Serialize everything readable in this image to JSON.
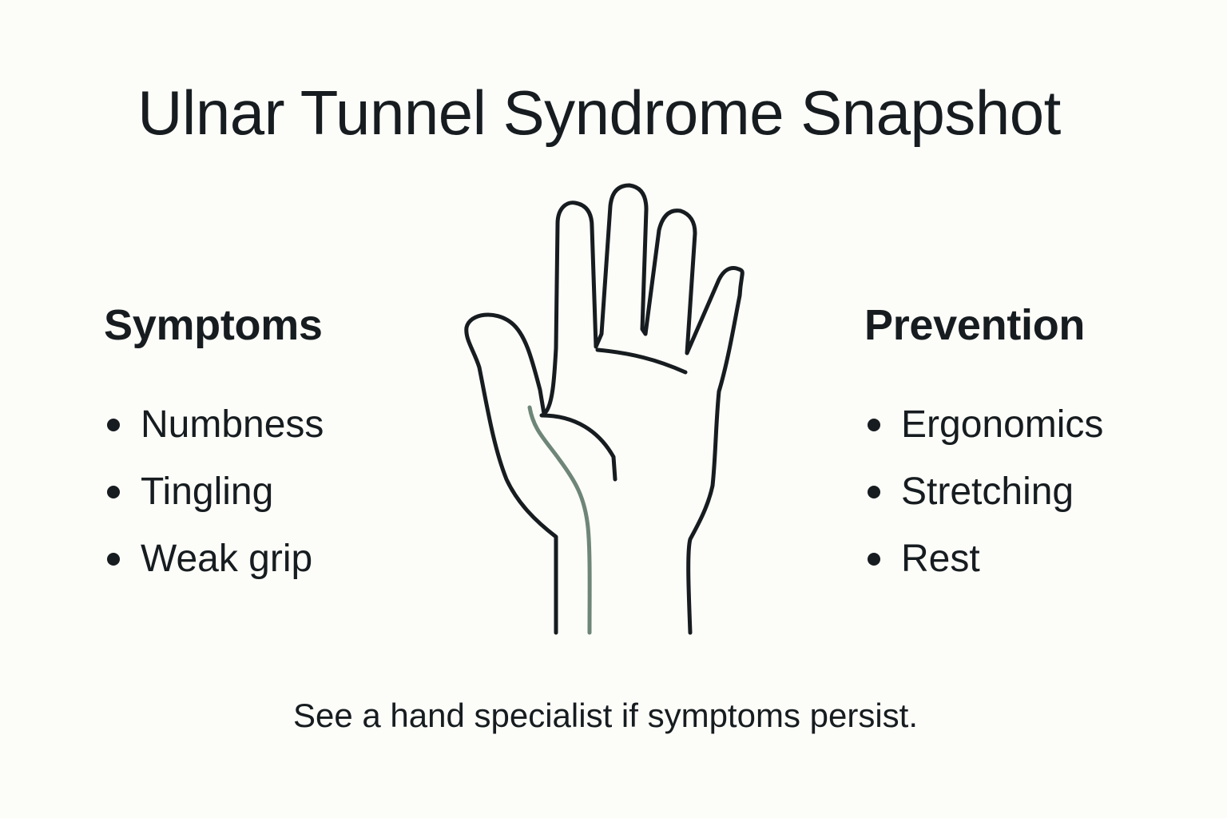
{
  "title": "Ulnar Tunnel Syndrome Snapshot",
  "symptoms": {
    "heading": "Symptoms",
    "items": [
      "Numbness",
      "Tingling",
      "Weak grip"
    ]
  },
  "prevention": {
    "heading": "Prevention",
    "items": [
      "Ergonomics",
      "Stretching",
      "Rest"
    ]
  },
  "illustration": {
    "icon": "hand-outline-icon",
    "outline_color": "#161c1f",
    "nerve_color": "#6e8678"
  },
  "footer": "See a hand specialist if symptoms persist.",
  "colors": {
    "background": "#fcfcf8",
    "text": "#161c1f"
  }
}
